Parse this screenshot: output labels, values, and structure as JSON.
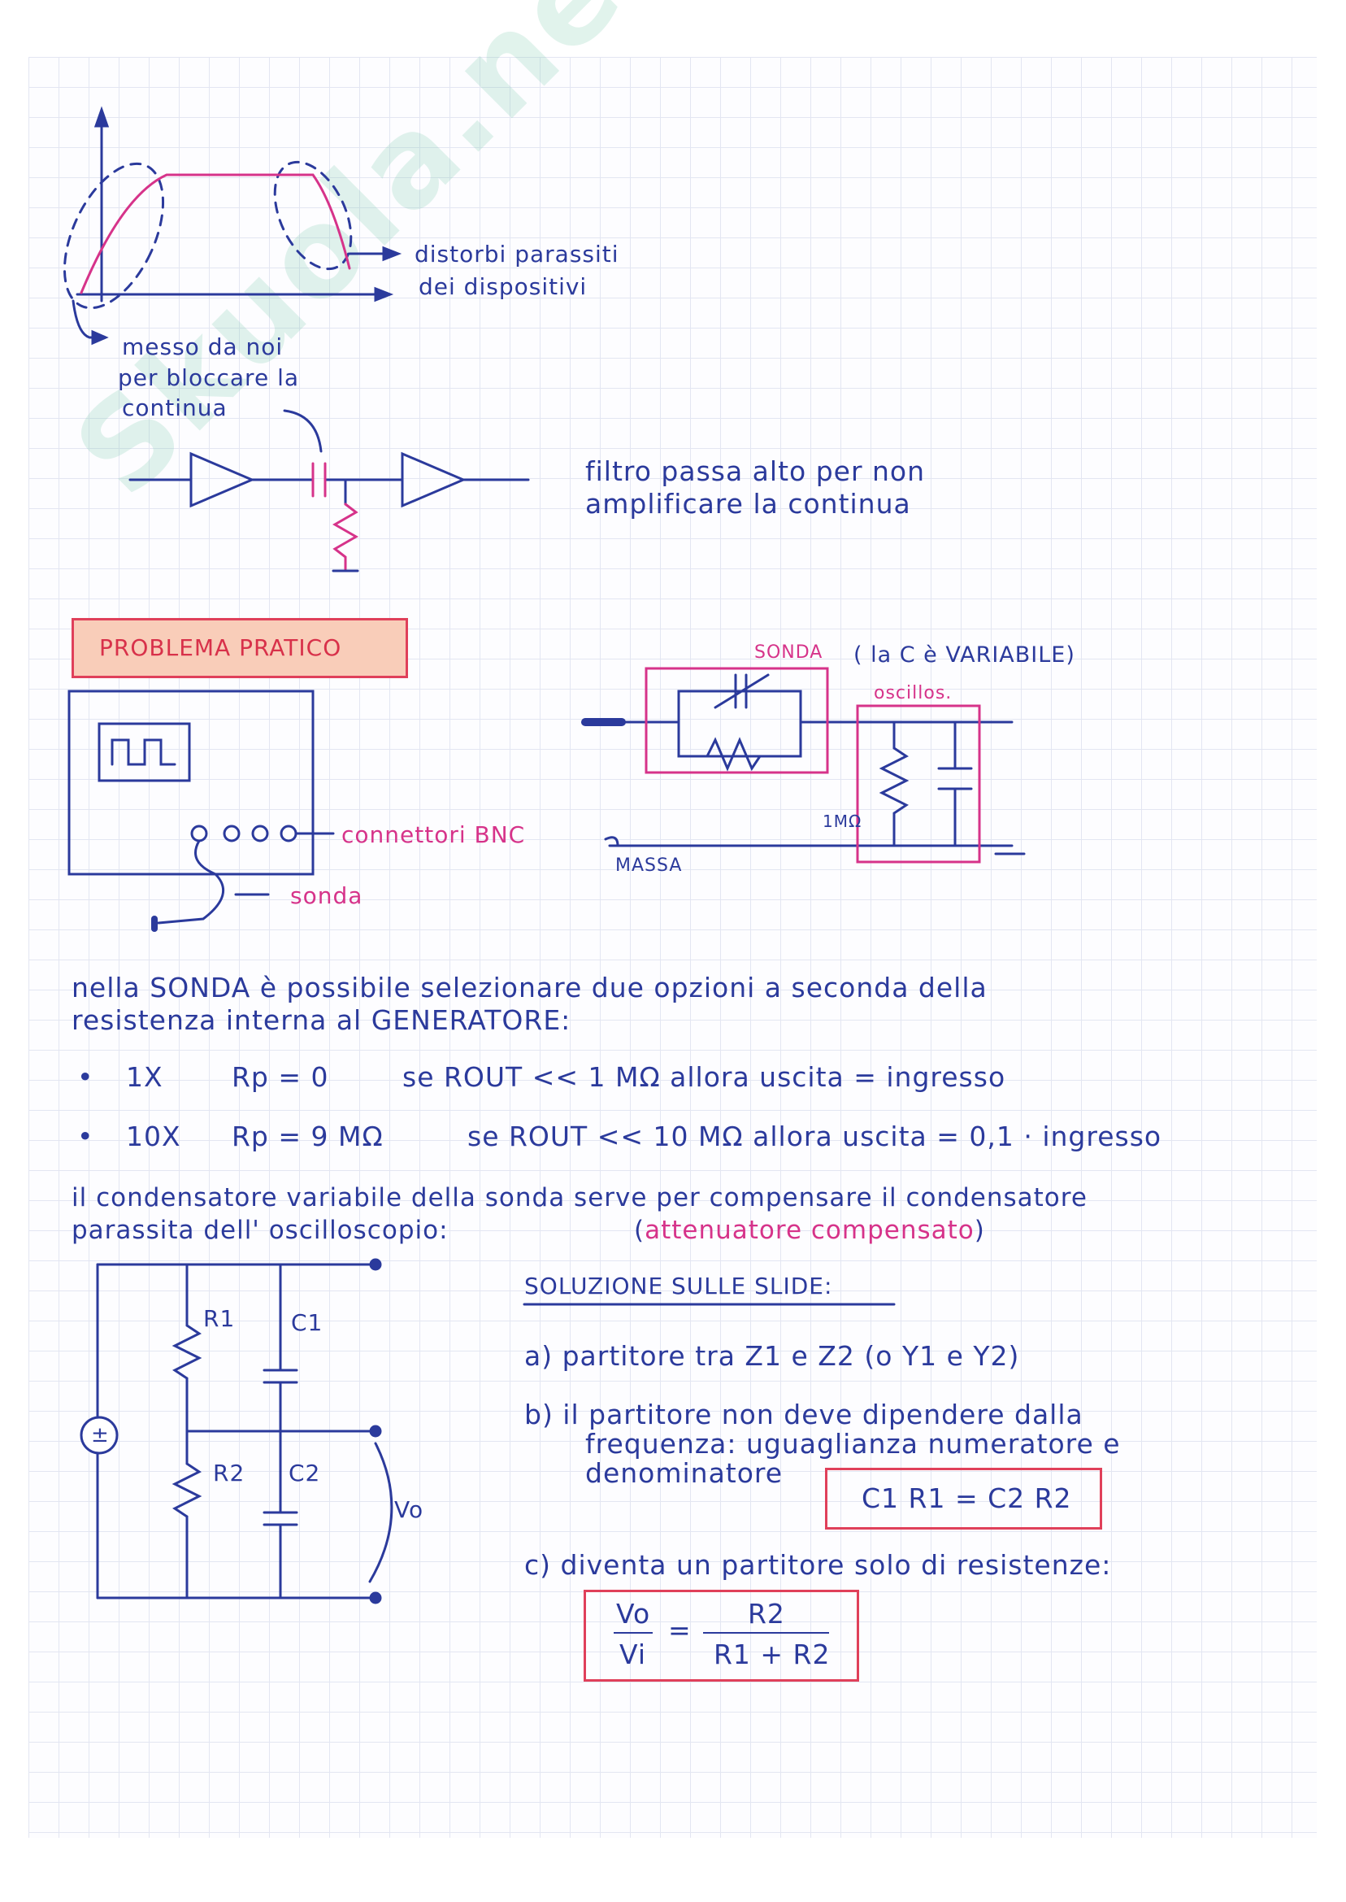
{
  "watermark": "Skuola.net",
  "graph": {
    "note_right_1": "distorbi parassiti",
    "note_right_2": "dei dispositivi",
    "note_left_1": "messo da noi",
    "note_left_2": "per bloccare la",
    "note_left_3": "continua"
  },
  "filter": {
    "desc_1": "filtro passa alto per non",
    "desc_2": "amplificare la continua"
  },
  "problem": {
    "title": "PROBLEMA PRATICO",
    "connectors": "connettori BNC",
    "probe": "sonda",
    "sonda_label": "SONDA",
    "note": "( la C è VARIABILE)",
    "osc_label": "oscillos.",
    "resistor": "1MΩ",
    "ground": "MASSA"
  },
  "text": {
    "intro_1": "nella SONDA è possibile selezionare due opzioni a seconda della",
    "intro_2": "resistenza interna al GENERATORE:",
    "bullet_1": {
      "mode": "1X",
      "rp": "Rp = 0",
      "cond": "se ROUT << 1 MΩ allora uscita = ingresso"
    },
    "bullet_2": {
      "mode": "10X",
      "rp": "Rp = 9 MΩ",
      "cond": "se ROUT << 10 MΩ allora uscita = 0,1 · ingresso"
    },
    "cap_1": "il condensatore variabile della sonda serve per compensare il condensatore",
    "cap_2": "parassita dell' oscilloscopio:",
    "cap_paren_open": "(",
    "cap_pink": "attenuatore compensato",
    "cap_paren_close": ")"
  },
  "circuit": {
    "r1": "R1",
    "c1": "C1",
    "r2": "R2",
    "c2": "C2",
    "vo": "Vo",
    "source": "±"
  },
  "solution": {
    "title": "SOLUZIONE SULLE SLIDE:",
    "a": "a)  partitore tra Z1 e Z2  (o Y1 e Y2)",
    "b1": "b)  il partitore non deve dipendere dalla",
    "b2": "frequenza: uguaglianza numeratore e",
    "b3": "denominatore",
    "eq1": "C1 R1 = C2 R2",
    "c": "c)  diventa un partitore solo di resistenze:",
    "num_l": "Vo",
    "den_l": "Vi",
    "eq": "=",
    "num_r": "R2",
    "den_r": "R1 + R2"
  }
}
